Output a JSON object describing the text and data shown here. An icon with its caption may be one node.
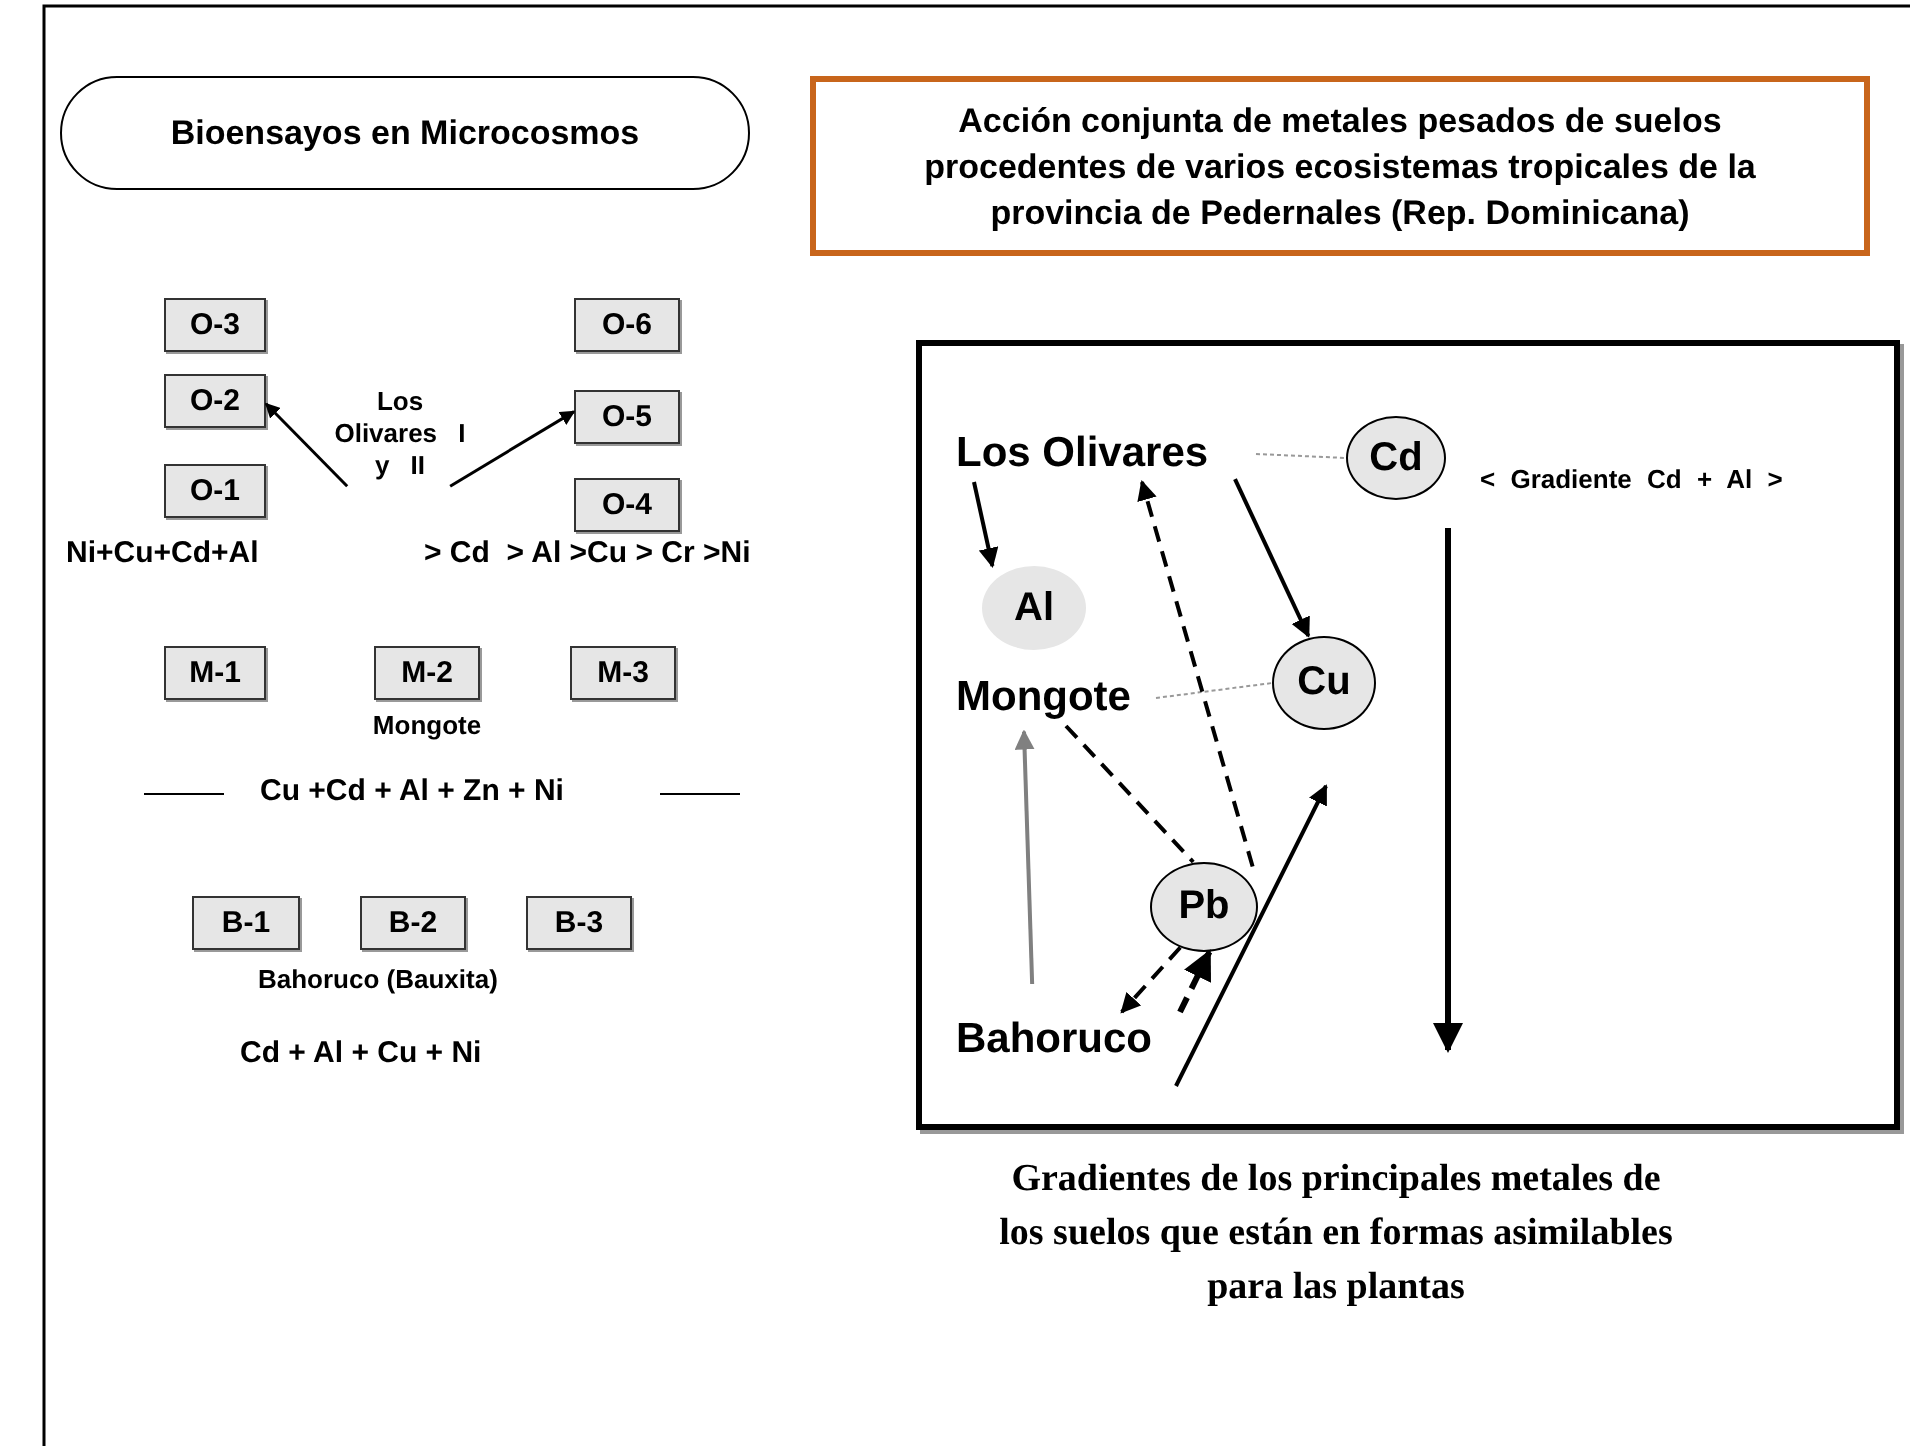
{
  "diagram": {
    "caption": "Gradientes de los principales metales de los suelos que están en formas asimilables para las plantas",
    "nodes": [
      {
        "text": [
          "Bioensayos en Microcosmos"
        ]
      },
      {
        "text": [
          "Acción conjunta de metales pesados de suelos procedentes de varios ecosistemas tropicales de la provincia de Pedernales (Rep. Dominicana)"
        ]
      },
      {
        "text": [
          "O-3"
        ]
      },
      {
        "text": [
          "O-2"
        ]
      },
      {
        "text": [
          "O-1"
        ]
      },
      {
        "text": [
          "Los Olivares I y II"
        ]
      },
      {
        "text": [
          "O-6"
        ]
      },
      {
        "text": [
          "O-5"
        ]
      },
      {
        "text": [
          "O-4"
        ]
      },
      {
        "text": [
          "M-1"
        ]
      },
      {
        "text": [
          "M-2"
        ],
        "beside": [
          "Mongote"
        ]
      },
      {
        "text": [
          "M-3"
        ]
      },
      {
        "text": [
          "B-1"
        ]
      },
      {
        "text": [
          "B-2"
        ]
      },
      {
        "text": [
          "B-3"
        ]
      },
      {
        "text": [],
        "shape": "box"
      },
      {
        "text": [
          "Los Olivares"
        ],
        "in": 15
      },
      {
        "text": [
          "Cd"
        ],
        "in": 15
      },
      {
        "text": [
          "Al"
        ],
        "in": 15
      },
      {
        "text": [
          "Mongote"
        ],
        "in": 15
      },
      {
        "text": [
          "Cu"
        ],
        "in": 15
      },
      {
        "text": [
          "Pb"
        ],
        "in": 15
      },
      {
        "text": [
          "Bahoruco"
        ],
        "in": 15
      }
    ],
    "edges": [
      {
        "from": 5,
        "to": 3,
        "arrow": "to"
      },
      {
        "from": 5,
        "to": 7,
        "arrow": "to"
      },
      {
        "from": 16,
        "to": 18,
        "arrow": "to"
      },
      {
        "from": 16,
        "to": 20,
        "arrow": "to"
      },
      {
        "from": 16,
        "to": 17,
        "arrow": "none",
        "style": "dashed",
        "color": "#999999"
      },
      {
        "from": 19,
        "to": 20,
        "arrow": "none",
        "style": "dashed",
        "color": "#999999"
      },
      {
        "from": 22,
        "to": 19,
        "arrow": "to",
        "color": "#808080"
      },
      {
        "from": 21,
        "to": 16,
        "arrow": "to",
        "style": "dashed"
      },
      {
        "from": 19,
        "to": 21,
        "arrow": "none",
        "style": "dashed"
      },
      {
        "from": 21,
        "to": 22,
        "arrow": "to",
        "style": "dashed"
      },
      {
        "from": 22,
        "to": 21,
        "arrow": "to",
        "style": "dashed"
      }
    ],
    "labels": [
      "Ni+Cu+Cd+Al",
      "> Cd  > Al >Cu > Cr >Ni",
      "Cu +Cd + Al + Zn + Ni",
      "Bahoruco (Bauxita)",
      "Cd + Al + Cu + Ni",
      "< Gradiente Cd + Al >"
    ]
  }
}
